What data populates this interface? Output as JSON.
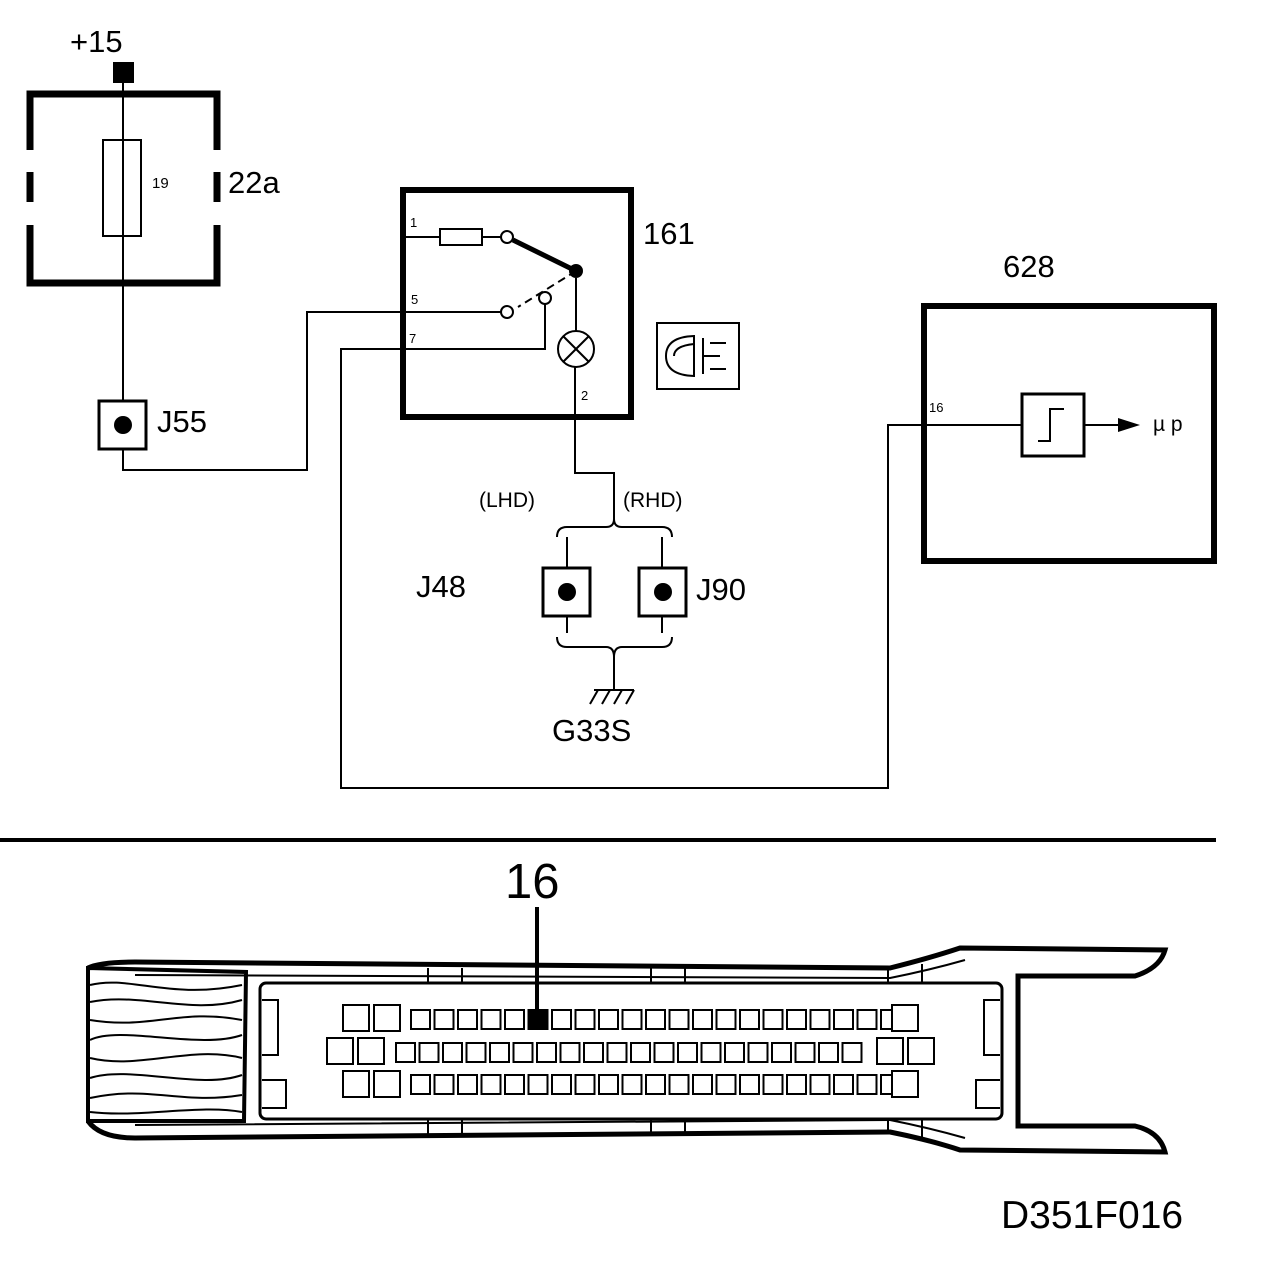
{
  "supply": {
    "label": "+15"
  },
  "fuse_box": {
    "label": "22a",
    "fuse_number": "19"
  },
  "switch_unit": {
    "label": "161",
    "pins": {
      "p1": "1",
      "p5": "5",
      "p7": "7",
      "p2": "2"
    }
  },
  "control_module": {
    "label": "628",
    "pin": "16",
    "output_label": "µ p"
  },
  "connectors": {
    "j55": "J55",
    "j48": "J48",
    "j90": "J90",
    "lhd": "(LHD)",
    "rhd": "(RHD)"
  },
  "ground": {
    "label": "G33S"
  },
  "connector_view": {
    "pin_label": "16"
  },
  "figure_code": "D351F016",
  "colors": {
    "line": "#000000",
    "background": "#ffffff"
  }
}
